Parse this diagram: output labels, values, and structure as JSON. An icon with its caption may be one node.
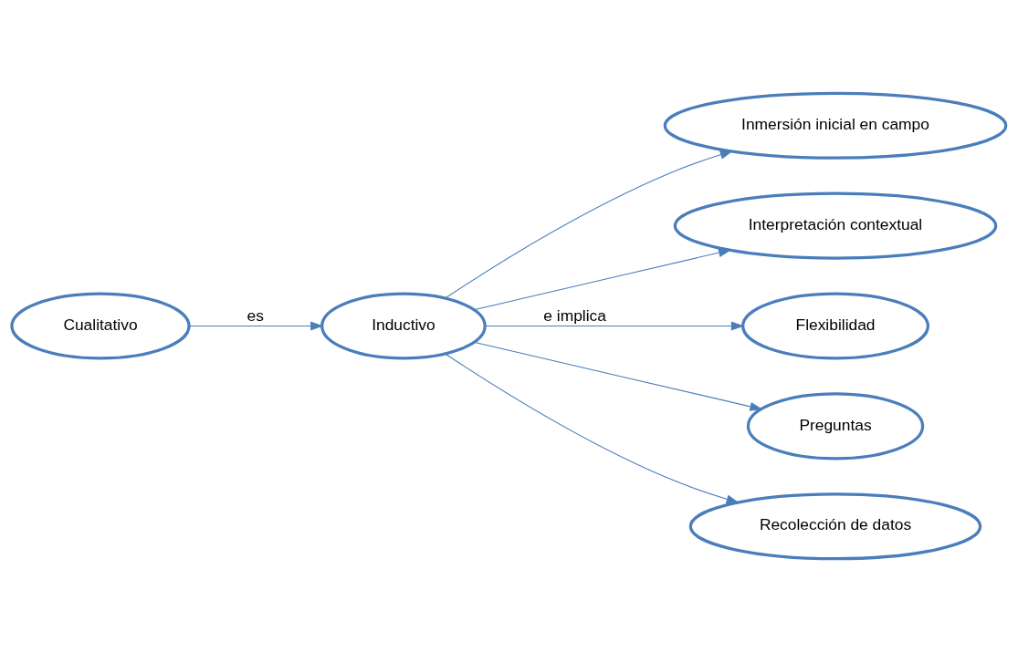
{
  "diagram": {
    "nodes": [
      {
        "text": [
          "Cualitativo"
        ]
      },
      {
        "text": [
          "Inductivo"
        ]
      },
      {
        "text": [
          "Inmersión inicial en campo"
        ]
      },
      {
        "text": [
          "Interpretación contextual"
        ]
      },
      {
        "text": [
          "Flexibilidad"
        ]
      },
      {
        "text": [
          "Preguntas"
        ]
      },
      {
        "text": [
          "Recolección de datos"
        ]
      }
    ],
    "edges": [
      {
        "from": 0,
        "to": 1,
        "arrow": "to",
        "label": "es"
      },
      {
        "from": 1,
        "to": 2,
        "arrow": "to"
      },
      {
        "from": 1,
        "to": 3,
        "arrow": "to"
      },
      {
        "from": 1,
        "to": 4,
        "arrow": "to",
        "label": "e implica"
      },
      {
        "from": 1,
        "to": 5,
        "arrow": "to"
      },
      {
        "from": 1,
        "to": 6,
        "arrow": "to"
      }
    ]
  }
}
